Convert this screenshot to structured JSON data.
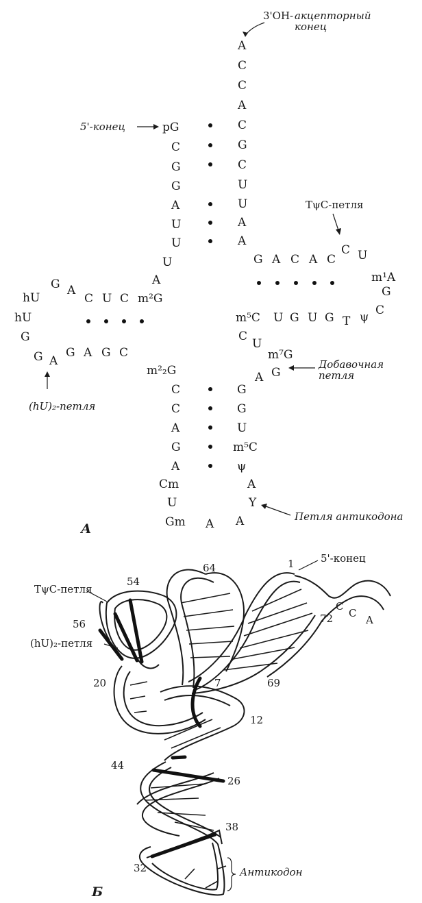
{
  "panel_a": {
    "label": "А",
    "acceptor_label_prefix": "3'OH-",
    "acceptor_label_line1": "акцепторный",
    "acceptor_label_line2": "конец",
    "five_prime_label": "5'-конец",
    "tpsic_loop_label": "TψC-петля",
    "hu_loop_label": "(hU)₂-петля",
    "extra_loop_label_line1": "Добавочная",
    "extra_loop_label_line2": "петля",
    "anticodon_loop_label": "Петля антикодона",
    "acceptor_3_strand": [
      "A",
      "C",
      "C",
      "A",
      "C",
      "G",
      "C",
      "U",
      "U",
      "A",
      "A"
    ],
    "acceptor_5_strand": [
      "pG",
      "C",
      "G",
      "G",
      "A",
      "U",
      "U"
    ],
    "connector": [
      "U",
      "A",
      "m²G"
    ],
    "d_stem_top": [
      "C",
      "U",
      "C"
    ],
    "d_loop": [
      "A",
      "G",
      "hU",
      "hU",
      "G",
      "G",
      "A"
    ],
    "d_stem_bottom": [
      "G",
      "A",
      "G",
      "C"
    ],
    "t_stem_top": [
      "G",
      "A",
      "C",
      "A",
      "C"
    ],
    "t_loop": [
      "C",
      "U",
      "m¹A",
      "G",
      "C",
      "ψ",
      "T"
    ],
    "t_stem_bottom": [
      "m⁵C",
      "U",
      "G",
      "U",
      "G"
    ],
    "extra_loop": [
      "C",
      "U",
      "m⁷G",
      "G",
      "A"
    ],
    "anticodon_stem_left": [
      "m²₂G",
      "C",
      "C",
      "A",
      "G",
      "A"
    ],
    "anticodon_stem_right": [
      "G",
      "G",
      "U",
      "m⁵C",
      "ψ"
    ],
    "anticodon_loop": [
      "Cm",
      "U",
      "Gm",
      "A",
      "A",
      "Y",
      "A"
    ]
  },
  "panel_b": {
    "label": "Б",
    "five_prime_label": "5'-конец",
    "tpsic_loop_label": "TψC-петля",
    "hu_loop_label": "(hU)₂-петля",
    "anticodon_label": "Антикодон",
    "end_letters": [
      "C",
      "C",
      "A"
    ],
    "numbers": [
      "1",
      "72",
      "64",
      "54",
      "56",
      "69",
      "7",
      "20",
      "12",
      "44",
      "26",
      "38",
      "32"
    ]
  }
}
